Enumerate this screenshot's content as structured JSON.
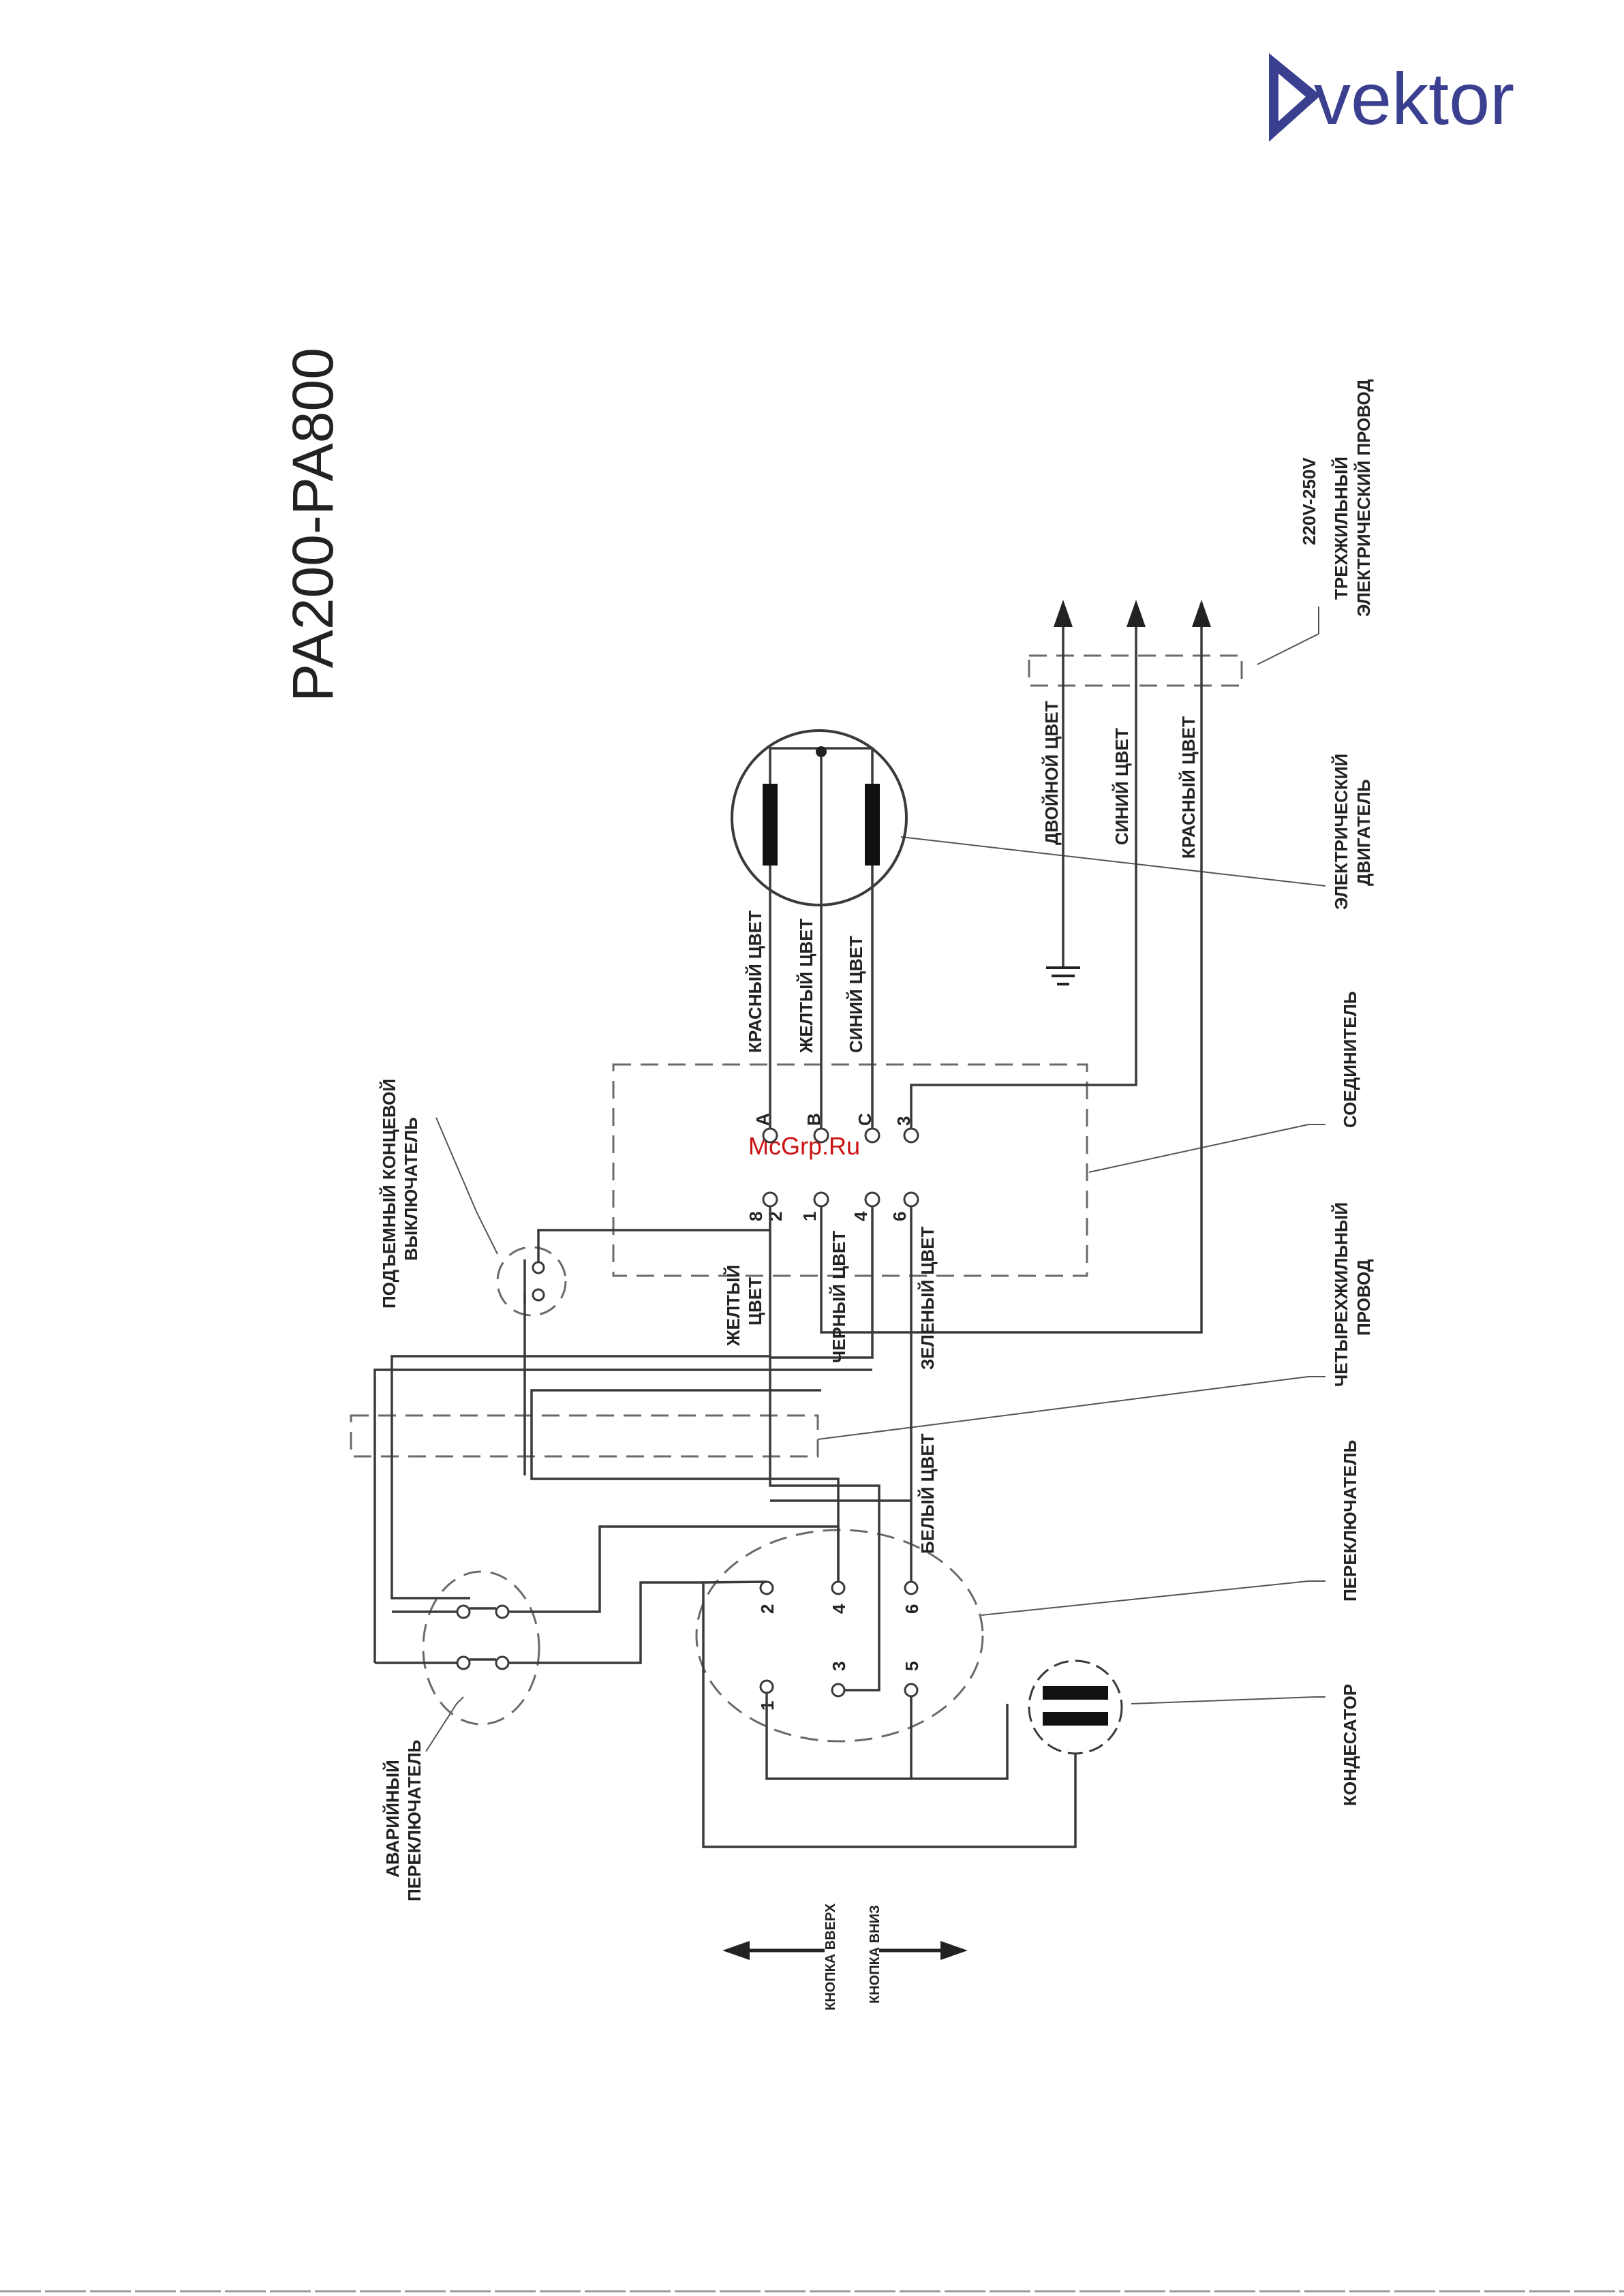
{
  "brand": {
    "name": "vektor",
    "color": "#3b3f8f"
  },
  "title": "PA200-PA800",
  "watermark": "McGrp.Ru",
  "voltage": "220V-250V",
  "labels": {
    "three_core_wire": [
      "ТРЕХЖИЛЬНЫЙ",
      "ЭЛЕКТРИЧЕСКИЙ ПРОВОД"
    ],
    "electric_motor": [
      "ЭЛЕКТРИЧЕСКИЙ",
      "ДВИГАТЕЛЬ"
    ],
    "connector": "СОЕДИНИТЕЛЬ",
    "four_core_wire": [
      "ЧЕТЫРЕХЖИЛЬНЫЙ",
      "ПРОВОД"
    ],
    "switch": "ПЕРЕКЛЮЧАТЕЛЬ",
    "capacitor": "КОНДЕСАТОР",
    "limit_switch": [
      "ПОДЪЕМНЫЙ КОНЦЕВОЙ",
      "ВЫКЛЮЧАТЕЛЬ"
    ],
    "emergency_switch": [
      "АВАРИЙНЫЙ",
      "ПЕРЕКЛЮЧАТЕЛЬ"
    ],
    "button_up": "КНОПКА ВВЕРХ",
    "button_down": "КНОПКА ВНИЗ"
  },
  "wire_colors": {
    "double": "ДВОЙНОЙ ЦВЕТ",
    "blue": "СИНИЙ ЦВЕТ",
    "red": "КРАСНЫЙ ЦВЕТ",
    "red_motor": "КРАСНЫЙ ЦВЕТ",
    "yellow_motor": "ЖЕЛТЫЙ ЦВЕТ",
    "blue_motor": "СИНИЙ ЦВЕТ",
    "yellow": [
      "ЖЕЛТЫЙ",
      "ЦВЕТ"
    ],
    "black": "ЧЕРНЫЙ ЦВЕТ",
    "green": "ЗЕЛЕНЫЙ ЦВЕТ",
    "white": "БЕЛЫЙ ЦВЕТ"
  },
  "connector_terminals": {
    "top": [
      "A",
      "B",
      "C",
      "3"
    ],
    "bottom": [
      "8",
      "1",
      "4",
      "6"
    ],
    "extra": "2"
  },
  "switch_terminals": [
    "1",
    "2",
    "3",
    "4",
    "5",
    "6"
  ]
}
